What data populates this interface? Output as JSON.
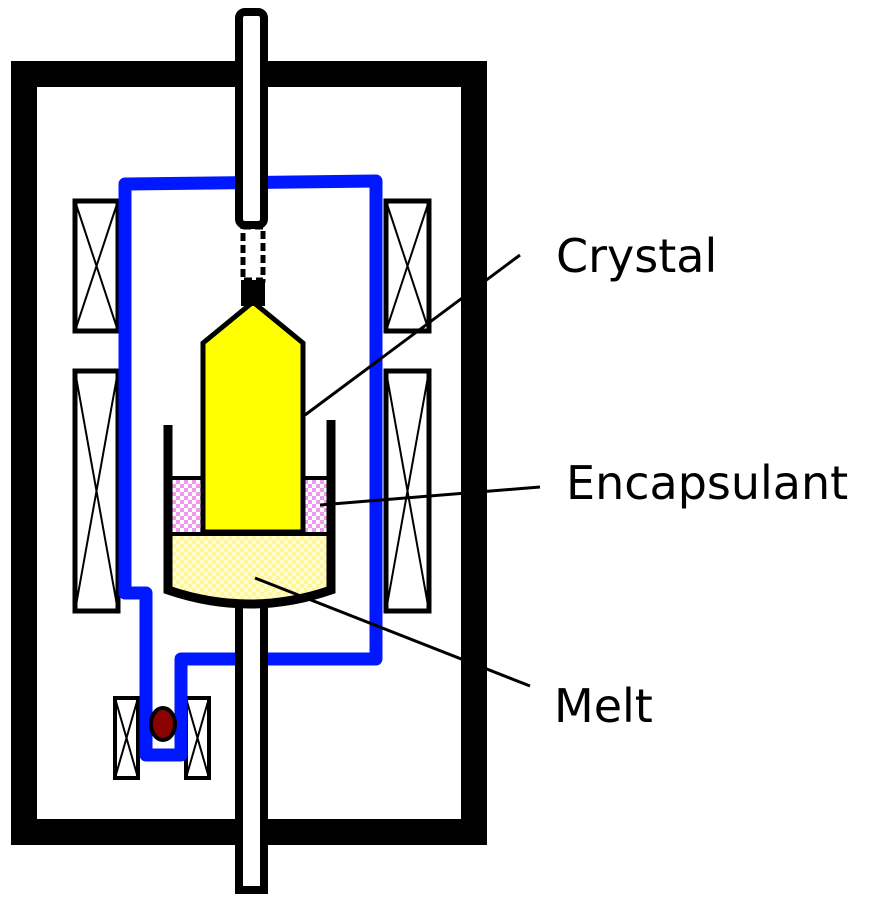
{
  "labels": {
    "crystal": "Crystal",
    "encapsulant": "Encapsulant",
    "melt": "Melt"
  },
  "colors": {
    "outline": "#000000",
    "crystal": "#ffff00",
    "melt": "#fff59a",
    "encapsulant": "#ee99ee",
    "heater_loop": "#0018ff",
    "ball": "#8b0000",
    "background": "#ffffff"
  }
}
